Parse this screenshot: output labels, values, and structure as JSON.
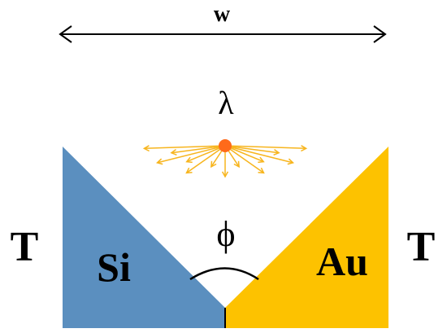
{
  "labels": {
    "width": "w",
    "wavelength": "λ",
    "angle": "ϕ",
    "left_material": "Si",
    "right_material": "Au",
    "left_temperature": "T",
    "right_temperature": "T"
  },
  "colors": {
    "si": "#5b8fbf",
    "au": "#fdc200",
    "emitter": "#ff6a1a",
    "rays": "#f7b51e",
    "lines": "#000000",
    "background": "#ffffff"
  },
  "icons": {
    "width_arrow": "double-headed-arrow",
    "emitter": "point-source-dot"
  }
}
